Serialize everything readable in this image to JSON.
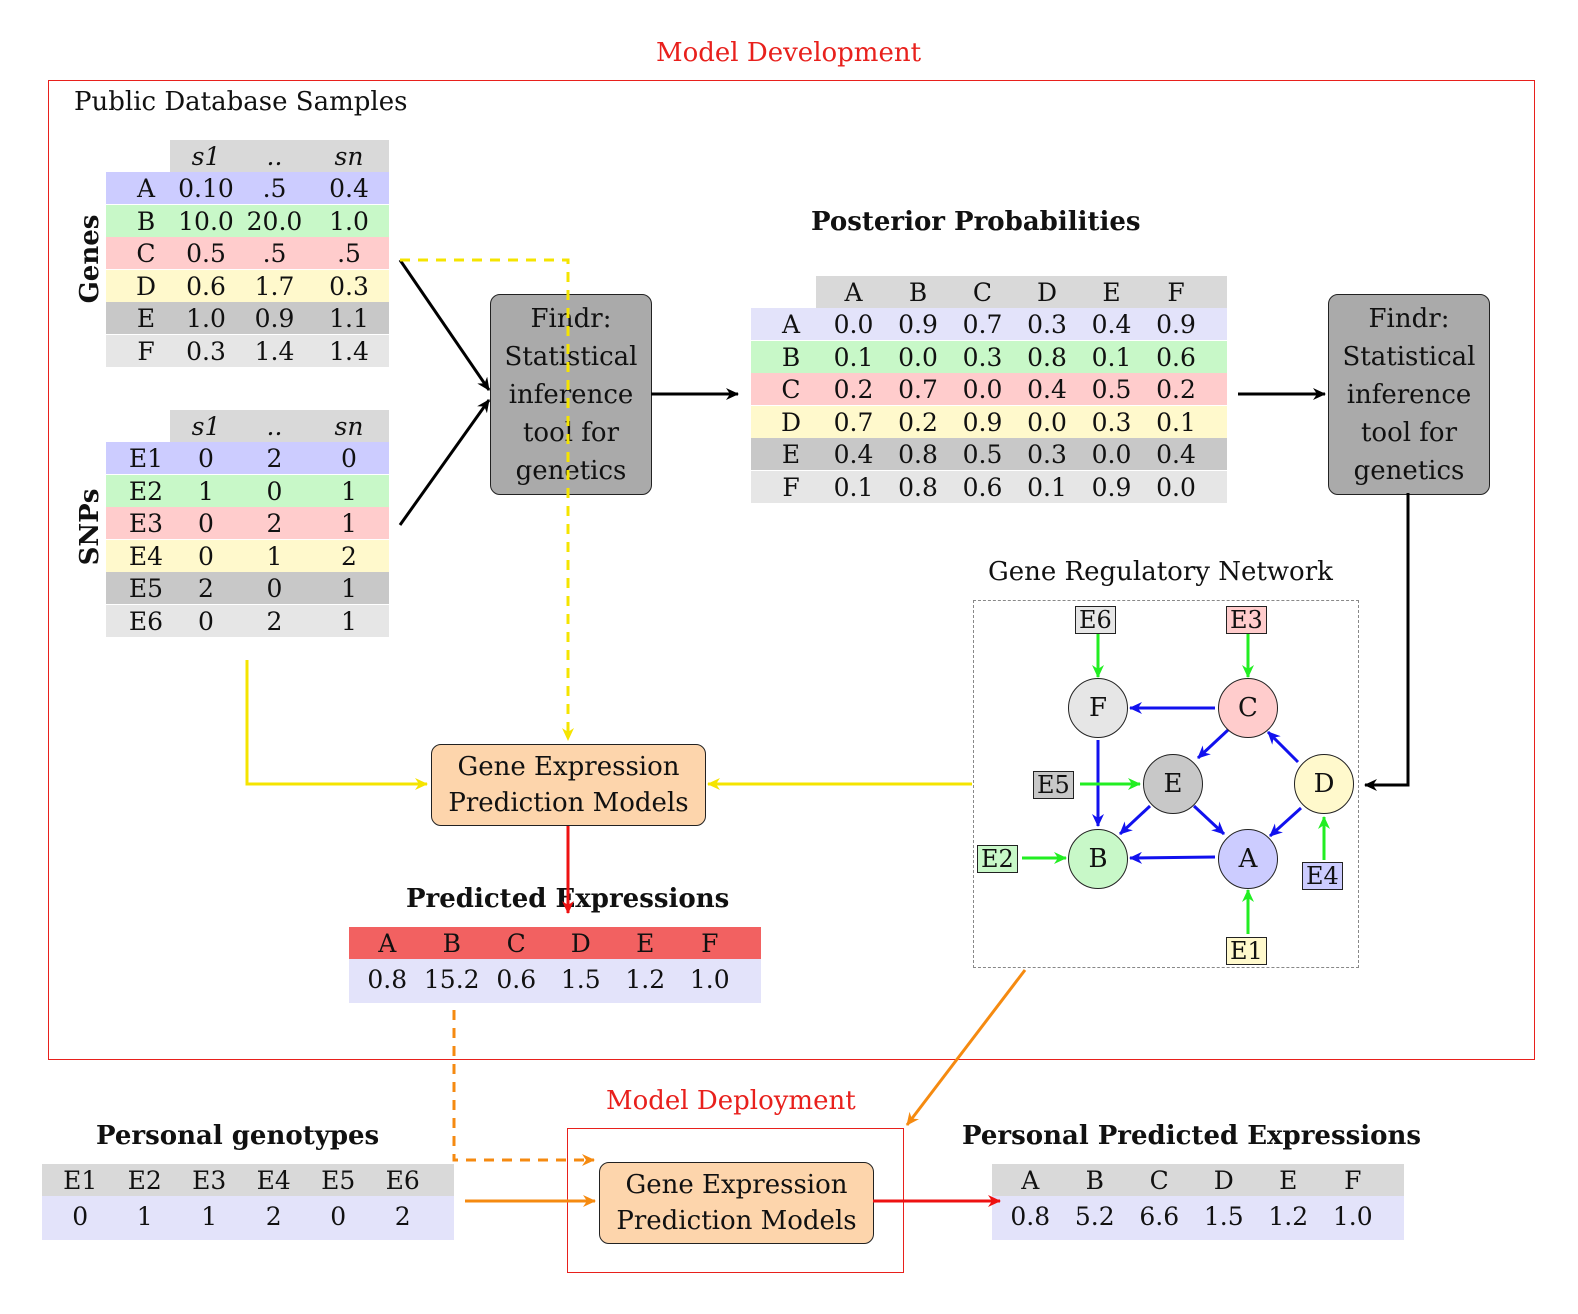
{
  "titles": {
    "model_development": "Model Development",
    "public_database_samples": "Public Database Samples",
    "posterior_probabilities": "Posterior Probabilities",
    "gene_regulatory_network": "Gene Regulatory Network",
    "predicted_expressions": "Predicted Expressions",
    "model_deployment": "Model Deployment",
    "personal_genotypes": "Personal genotypes",
    "personal_predicted_expressions": "Personal Predicted Expressions"
  },
  "side_labels": {
    "genes": "Genes",
    "snps": "SNPs"
  },
  "colors": {
    "blue": "#ccccff",
    "green": "#c8f8c8",
    "red": "#ffcccc",
    "yellow": "#fff9cc",
    "gray": "#c8c8c8",
    "lightgray": "#e6e6e6",
    "header_gray": "#d9d9d9",
    "pred_header": "#f26161",
    "pale_blue": "#e3e3fa",
    "frame_red": "#e8201c",
    "findr_gray": "#aaaaaa",
    "gep_orange": "#fdd5ac"
  },
  "genes_table": {
    "headers": [
      "s1",
      "..",
      "sn"
    ],
    "rows": [
      {
        "label": "A",
        "values": [
          "0.10",
          ".5",
          "0.4"
        ],
        "color": "blue"
      },
      {
        "label": "B",
        "values": [
          "10.0",
          "20.0",
          "1.0"
        ],
        "color": "green"
      },
      {
        "label": "C",
        "values": [
          "0.5",
          ".5",
          ".5"
        ],
        "color": "red"
      },
      {
        "label": "D",
        "values": [
          "0.6",
          "1.7",
          "0.3"
        ],
        "color": "yellow"
      },
      {
        "label": "E",
        "values": [
          "1.0",
          "0.9",
          "1.1"
        ],
        "color": "gray"
      },
      {
        "label": "F",
        "values": [
          "0.3",
          "1.4",
          "1.4"
        ],
        "color": "lightgray"
      }
    ]
  },
  "snps_table": {
    "headers": [
      "s1",
      "..",
      "sn"
    ],
    "rows": [
      {
        "label": "E1",
        "values": [
          "0",
          "2",
          "0"
        ],
        "color": "blue"
      },
      {
        "label": "E2",
        "values": [
          "1",
          "0",
          "1"
        ],
        "color": "green"
      },
      {
        "label": "E3",
        "values": [
          "0",
          "2",
          "1"
        ],
        "color": "red"
      },
      {
        "label": "E4",
        "values": [
          "0",
          "1",
          "2"
        ],
        "color": "yellow"
      },
      {
        "label": "E5",
        "values": [
          "2",
          "0",
          "1"
        ],
        "color": "gray"
      },
      {
        "label": "E6",
        "values": [
          "0",
          "2",
          "1"
        ],
        "color": "lightgray"
      }
    ]
  },
  "findr": {
    "lines": [
      "Findr:",
      "Statistical",
      "inference",
      "tool for",
      "genetics"
    ]
  },
  "posterior_table": {
    "headers": [
      "A",
      "B",
      "C",
      "D",
      "E",
      "F"
    ],
    "rows": [
      {
        "label": "A",
        "values": [
          "0.0",
          "0.9",
          "0.7",
          "0.3",
          "0.4",
          "0.9"
        ],
        "color": "pale_blue"
      },
      {
        "label": "B",
        "values": [
          "0.1",
          "0.0",
          "0.3",
          "0.8",
          "0.1",
          "0.6"
        ],
        "color": "green"
      },
      {
        "label": "C",
        "values": [
          "0.2",
          "0.7",
          "0.0",
          "0.4",
          "0.5",
          "0.2"
        ],
        "color": "red"
      },
      {
        "label": "D",
        "values": [
          "0.7",
          "0.2",
          "0.9",
          "0.0",
          "0.3",
          "0.1"
        ],
        "color": "yellow"
      },
      {
        "label": "E",
        "values": [
          "0.4",
          "0.8",
          "0.5",
          "0.3",
          "0.0",
          "0.4"
        ],
        "color": "gray"
      },
      {
        "label": "F",
        "values": [
          "0.1",
          "0.8",
          "0.6",
          "0.1",
          "0.9",
          "0.0"
        ],
        "color": "lightgray"
      }
    ]
  },
  "gep": {
    "line1": "Gene Expression",
    "line2": "Prediction Models"
  },
  "network": {
    "nodes": {
      "A": {
        "label": "A",
        "color": "blue"
      },
      "B": {
        "label": "B",
        "color": "green"
      },
      "C": {
        "label": "C",
        "color": "red"
      },
      "D": {
        "label": "D",
        "color": "yellow"
      },
      "E": {
        "label": "E",
        "color": "gray"
      },
      "F": {
        "label": "F",
        "color": "lightgray"
      }
    },
    "snp_labels": {
      "E1": {
        "label": "E1",
        "color": "yellow"
      },
      "E2": {
        "label": "E2",
        "color": "green"
      },
      "E3": {
        "label": "E3",
        "color": "red"
      },
      "E4": {
        "label": "E4",
        "color": "blue"
      },
      "E5": {
        "label": "E5",
        "color": "gray"
      },
      "E6": {
        "label": "E6",
        "color": "lightgray"
      }
    }
  },
  "predicted_table": {
    "headers": [
      "A",
      "B",
      "C",
      "D",
      "E",
      "F"
    ],
    "values": [
      "0.8",
      "15.2",
      "0.6",
      "1.5",
      "1.2",
      "1.0"
    ]
  },
  "personal_genotypes_table": {
    "headers": [
      "E1",
      "E2",
      "E3",
      "E4",
      "E5",
      "E6"
    ],
    "values": [
      "0",
      "1",
      "1",
      "2",
      "0",
      "2"
    ]
  },
  "personal_predicted_table": {
    "headers": [
      "A",
      "B",
      "C",
      "D",
      "E",
      "F"
    ],
    "values": [
      "0.8",
      "5.2",
      "6.6",
      "1.5",
      "1.2",
      "1.0"
    ]
  }
}
